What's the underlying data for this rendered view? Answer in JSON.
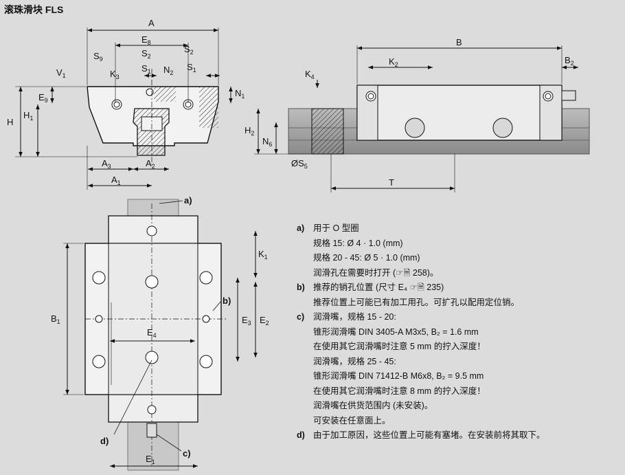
{
  "title": "滚珠滑块 FLS",
  "dimensions": {
    "A": "A",
    "E8": "8",
    "S9": "9",
    "K3": "3",
    "S2": "2",
    "S1": "1",
    "N2": "2",
    "V1": "1",
    "E9": "9",
    "H": "H",
    "H1": "1",
    "N1": "1",
    "A3": "3",
    "A2": "2",
    "A1": "1",
    "B": "B",
    "K2": "2",
    "B2": "2",
    "K4": "4",
    "H2": "2",
    "N6": "6",
    "S5": "5",
    "T": "T",
    "K1": "1",
    "B1": "1",
    "E3": "3",
    "E2": "2",
    "E4": "4",
    "E1": "1",
    "base_E": "E",
    "base_S": "S",
    "base_K": "K",
    "base_N": "N",
    "base_V": "V",
    "base_H": "H",
    "base_A": "A",
    "base_B": "B",
    "phi_S": "ØS"
  },
  "callouts": {
    "a": "a)",
    "b": "b)",
    "c": "c)",
    "d": "d)"
  },
  "notes": [
    {
      "key": "a)",
      "lines": [
        "用于 O 型圈",
        "规格 15: Ø 4 · 1.0 (mm)",
        "规格 20 - 45: Ø 5 · 1.0 (mm)",
        "润滑孔在需要时打开 (☞🗎 258)。"
      ]
    },
    {
      "key": "b)",
      "lines": [
        "推荐的销孔位置 (尺寸 E₄ ☞🗎 235)",
        "推荐位置上可能已有加工用孔。可扩孔以配用定位销。"
      ]
    },
    {
      "key": "c)",
      "lines": [
        "润滑嘴，规格 15 - 20:",
        "锥形润滑嘴 DIN 3405-A M3x5, B₂ = 1.6 mm",
        "在使用其它润滑嘴时注意 5 mm 的拧入深度！",
        "润滑嘴，规格 25 - 45:",
        "锥形润滑嘴 DIN 71412-B M6x8, B₂ = 9.5 mm",
        "在使用其它润滑嘴时注意 8 mm 的拧入深度！",
        "润滑嘴在供货范围内 (未安装)。",
        "可安装在任意面上。"
      ]
    },
    {
      "key": "d)",
      "lines": [
        "由于加工原因，这些位置上可能有塞堵。在安装前将其取下。"
      ]
    }
  ]
}
